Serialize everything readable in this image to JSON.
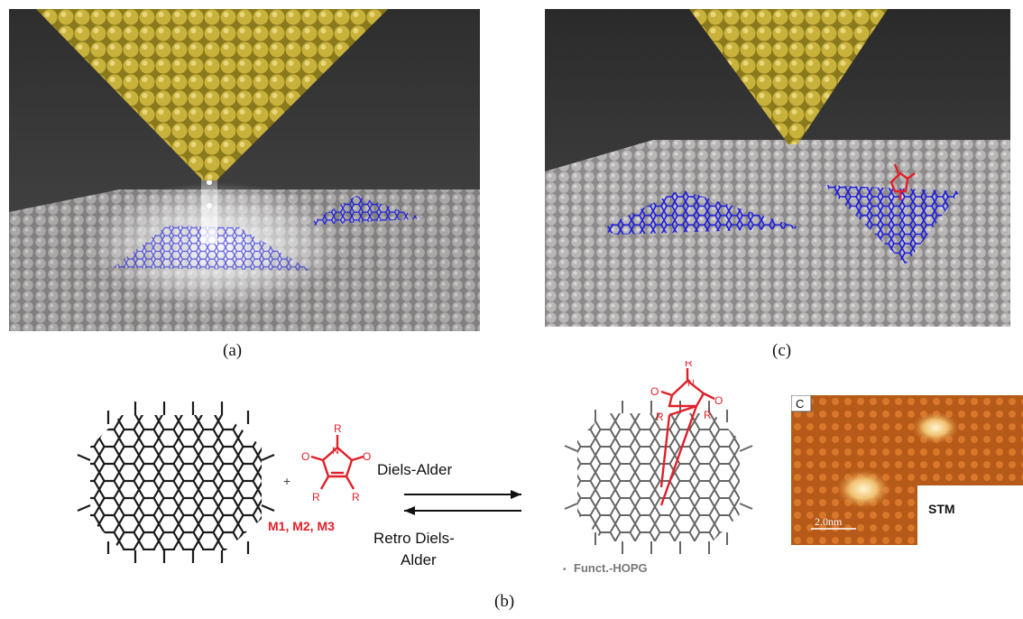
{
  "captions": {
    "a": "(a)",
    "b": "(b)",
    "c": "(c)"
  },
  "scheme": {
    "forward_label": "Diels-Alder",
    "reverse_label_line1": "Retro Diels-",
    "reverse_label_line2": "Alder",
    "plus": "+",
    "monomer_label": "M1, M2, M3",
    "product_label": "Funct.-HOPG",
    "bullet": "•",
    "R": "R",
    "O": "O",
    "N": "N"
  },
  "stm_inset": {
    "panel_letter": "C",
    "scale_bar_label": "2.0nm",
    "tag": "STM"
  },
  "colors": {
    "tip_gold": "#c9b23c",
    "surface_grey": "#a8a6a6",
    "graphene_blue": "#1a1ae0",
    "molecule_red": "#e0202a",
    "background_dark": "#3a3a3a",
    "stm_orange": "#c8641e"
  }
}
